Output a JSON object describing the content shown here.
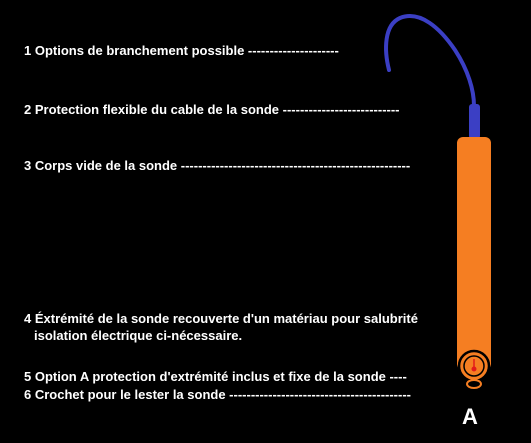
{
  "labels": {
    "l1": "1 Options de branchement possible ---------------------",
    "l2": "2 Protection flexible du cable de la sonde ---------------------------",
    "l3": "3 Corps vide de la sonde -----------------------------------------------------",
    "l4_line1": "4 Éxtrémité de la sonde recouverte d'un matériau pour salubrité",
    "l4_line2": "isolation électrique ci-nécessaire.",
    "l5": "5 Option A protection d'extrémité inclus et fixe de la sonde ----",
    "l6": "6 Crochet pour le lester la sonde ------------------------------------------"
  },
  "option_letter": "A",
  "colors": {
    "background": "#000000",
    "text": "#ffffff",
    "cable": "#3b3fc4",
    "body": "#f57e22",
    "tip": "#e21b1b"
  }
}
